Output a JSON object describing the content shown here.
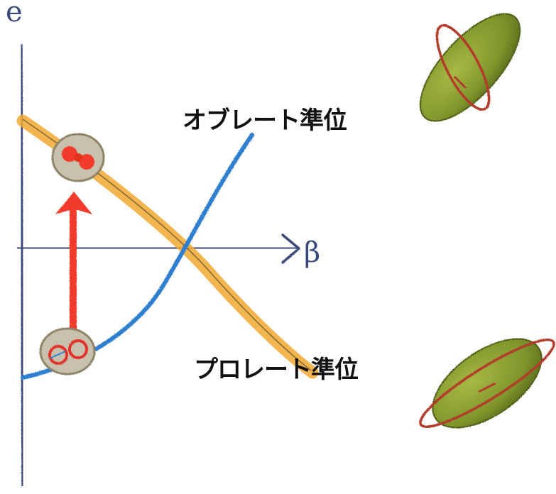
{
  "axes": {
    "y_label": "e",
    "x_label": "β"
  },
  "curves": {
    "oblate_label": "オブレート準位",
    "prolate_label": "プロレート準位"
  },
  "colors": {
    "axis": "#3a4a78",
    "oblate_band": "#f2a931",
    "prolate_curve": "#2f7fd0",
    "arrow": "#f23a2a",
    "spheroid_fill": "#8fa232",
    "ring": "#b23a2a",
    "particle_cluster": "#b0a38a"
  },
  "icons": {
    "oblate_spheroid": "oblate-nucleus-icon",
    "prolate_spheroid": "prolate-nucleus-icon"
  }
}
